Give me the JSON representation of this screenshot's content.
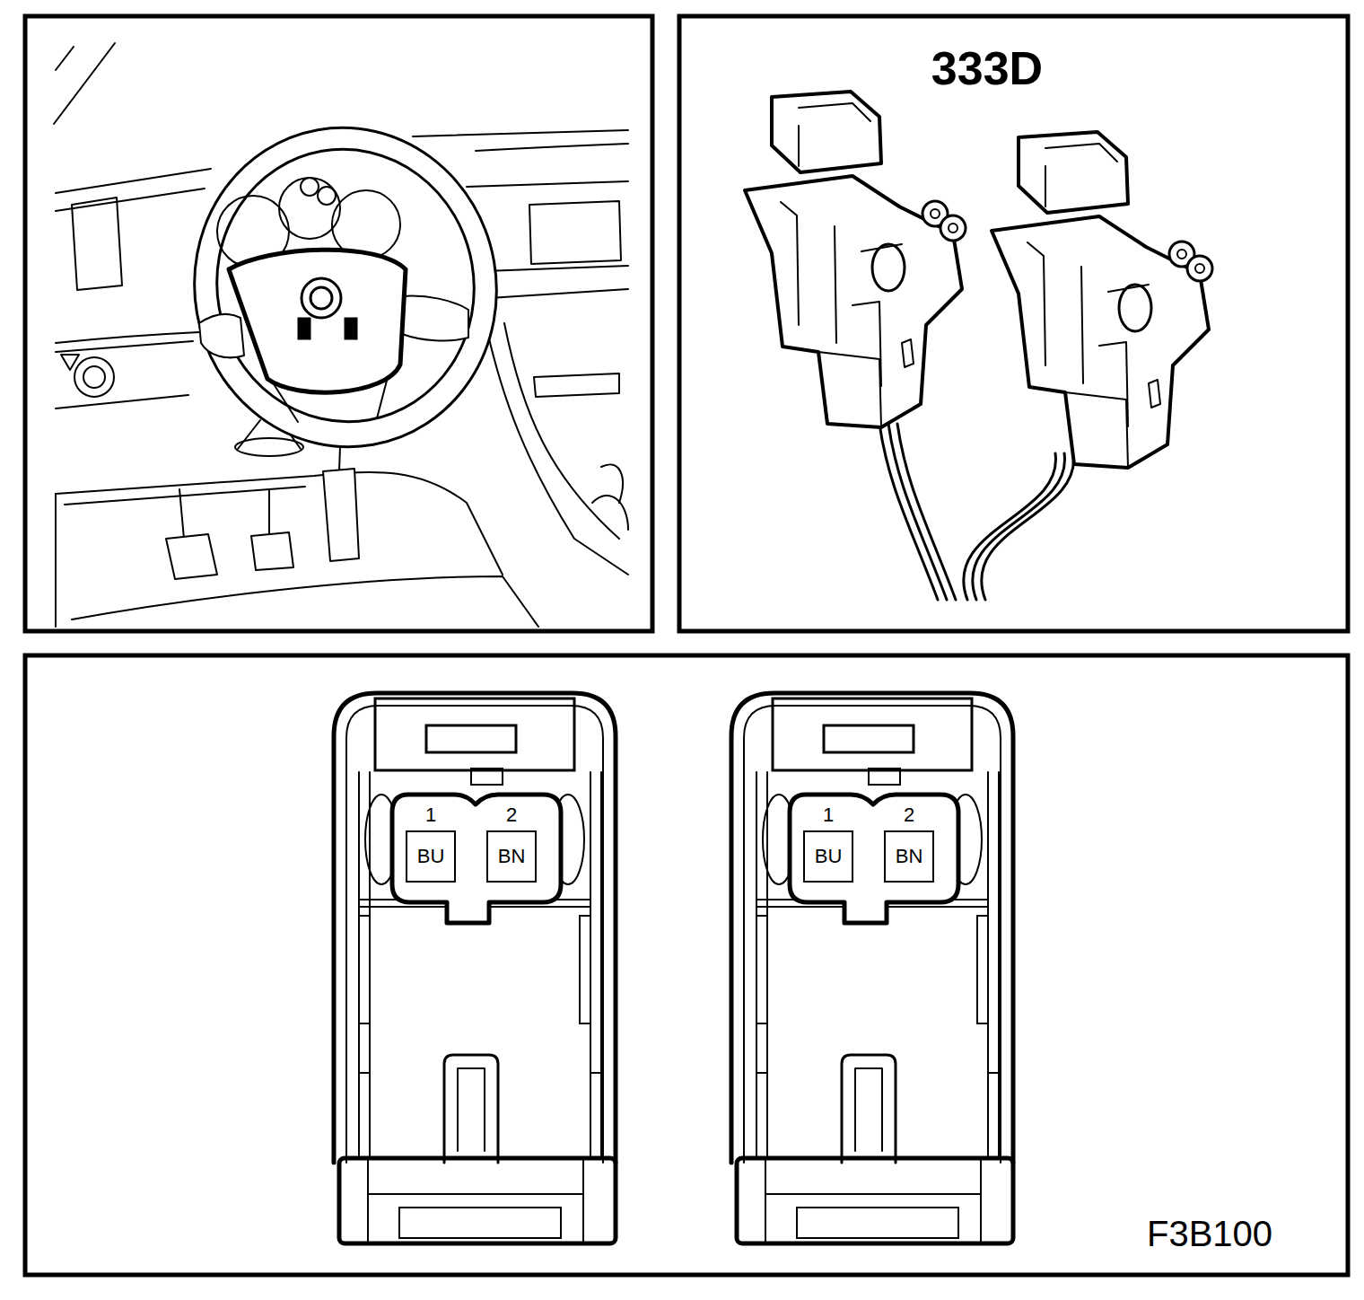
{
  "diagram": {
    "nodes": [
      {
        "text": [
          "1",
          "BU"
        ]
      },
      {
        "text": [
          "2",
          "BN"
        ]
      },
      {
        "text": [
          "1",
          "BU"
        ]
      },
      {
        "text": [
          "2",
          "BN"
        ]
      }
    ],
    "labels": [
      "333D",
      "F3B100"
    ]
  }
}
